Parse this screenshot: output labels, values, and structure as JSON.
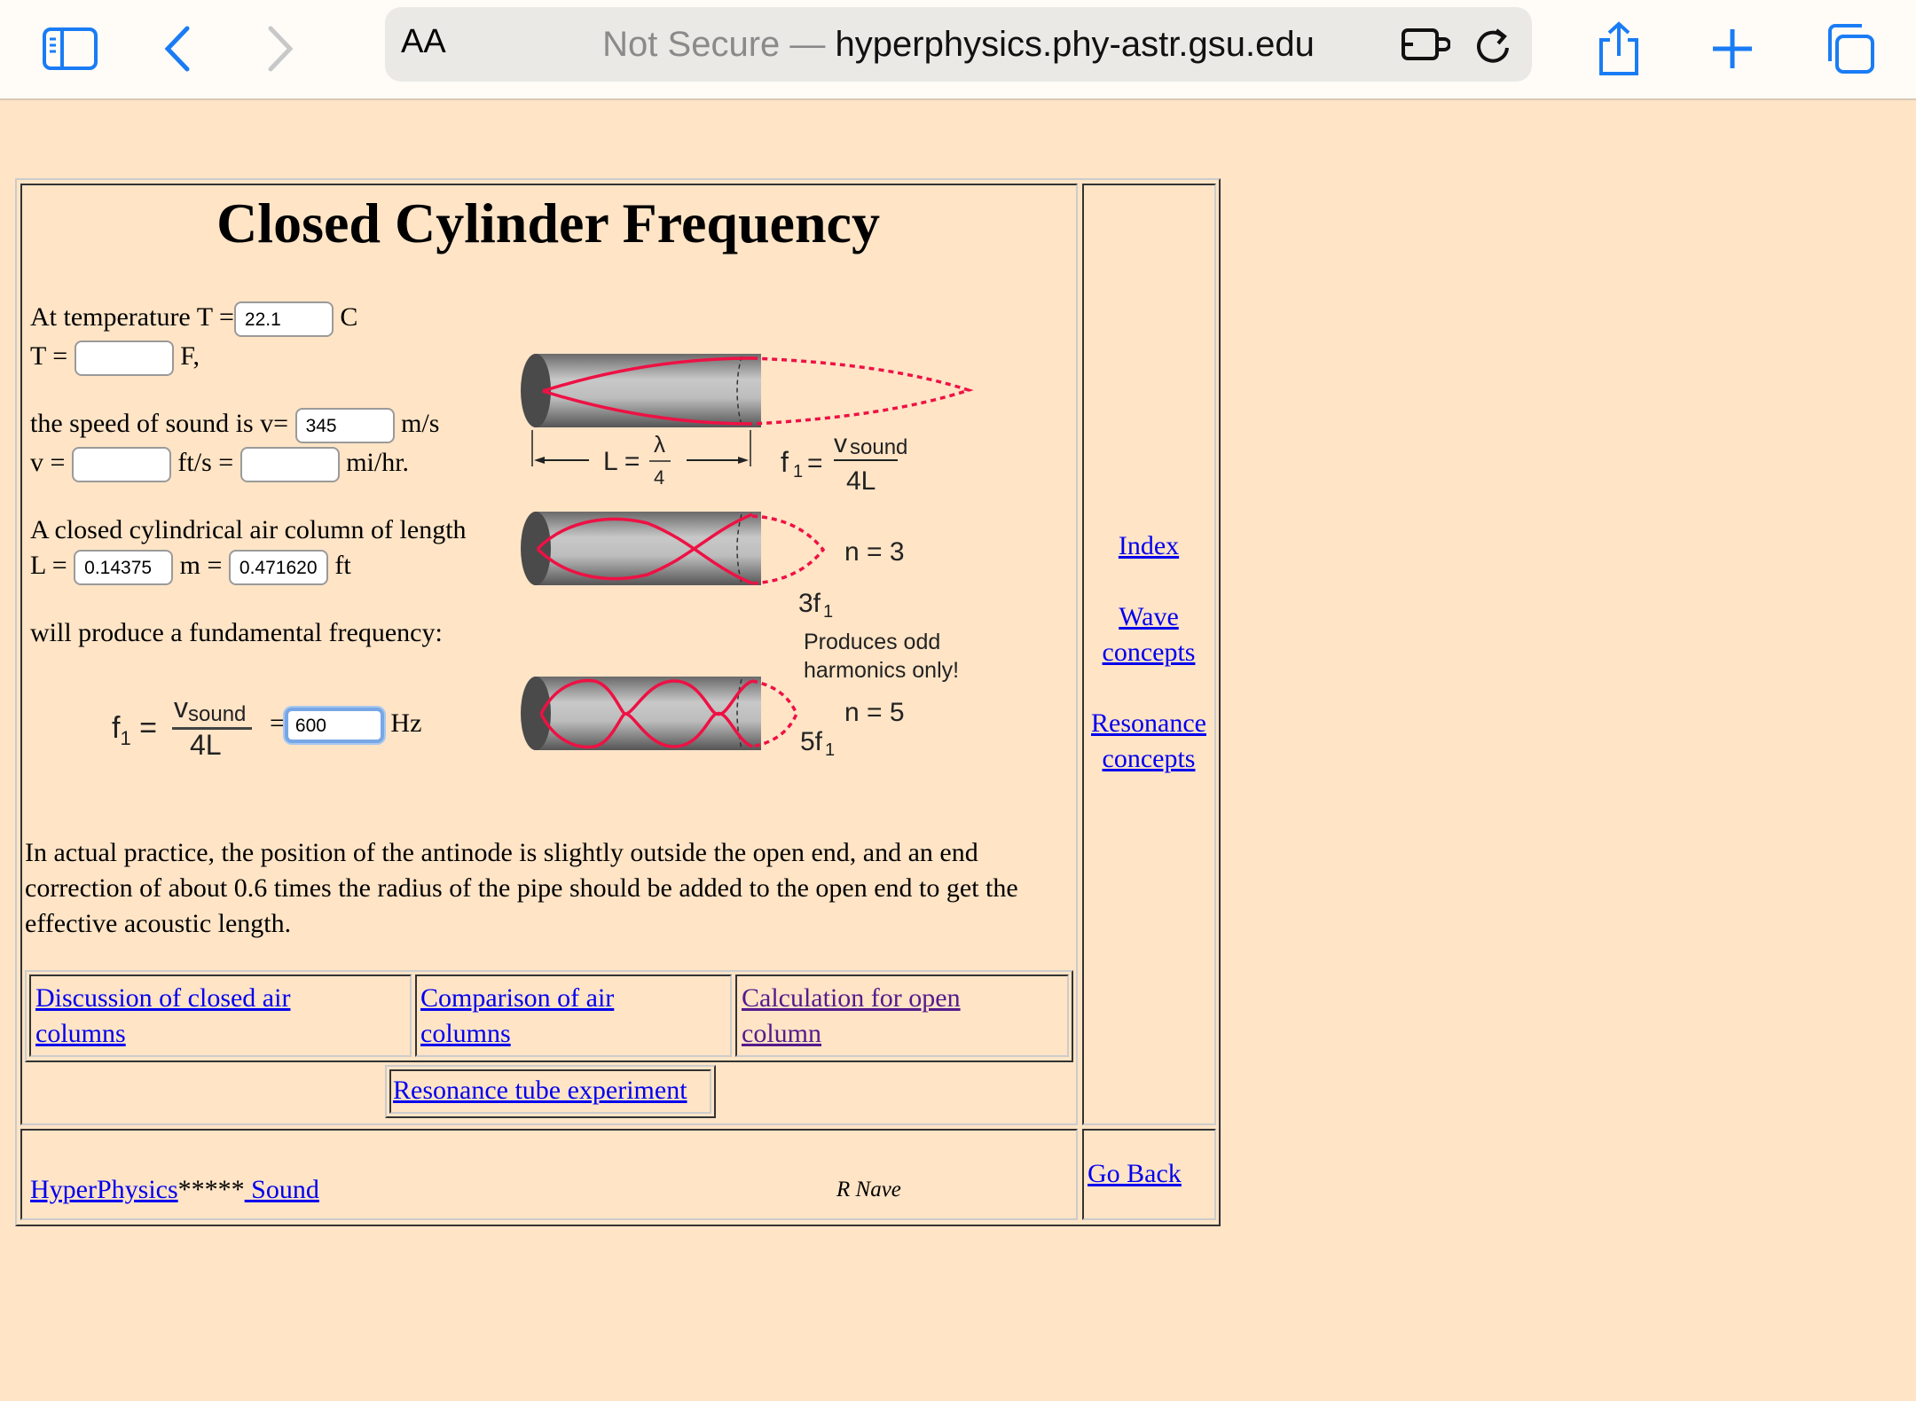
{
  "browser": {
    "text_size_label": "AA",
    "url_prefix": "Not Secure —",
    "url_domain": "hyperphysics.phy-astr.gsu.edu",
    "icons": [
      "sidebar-icon",
      "back-icon",
      "forward-icon",
      "extension-icon",
      "reload-icon",
      "share-icon",
      "new-tab-icon",
      "tabs-icon"
    ]
  },
  "page": {
    "title": "Closed Cylinder Frequency",
    "temp_label": "At temperature T =",
    "temp_c": "22.1",
    "temp_c_unit": "C",
    "temp_f_label": "T =",
    "temp_f": "",
    "temp_f_unit": "F,",
    "speed_label": "the speed of sound is v=",
    "speed_ms": "345",
    "speed_ms_unit": "m/s",
    "speed_fts_label": "v =",
    "speed_fts": "",
    "speed_fts_unit": "ft/s =",
    "speed_mph": "",
    "speed_mph_unit": "mi/hr.",
    "length_label": "A closed cylindrical air column of length",
    "length_m_label": "L =",
    "length_m": "0.14375",
    "length_m_unit": "m =",
    "length_ft": "0.471620",
    "length_ft_unit": "ft",
    "fundamental_label": "will produce a fundamental frequency:",
    "formula": {
      "lhs": "f",
      "sub": "1",
      "eq": "=",
      "num": "v",
      "num_sub": "sound",
      "den": "4L"
    },
    "freq_eq": "=",
    "frequency": "600",
    "frequency_unit": "Hz",
    "paragraph": "In actual practice, the position of the antinode is slightly outside the open end, and an end correction of about 0.6 times the radius of the pipe should be added to the open end to get the effective acoustic length."
  },
  "diagram": {
    "length_label": "L =",
    "lambda": "λ",
    "four": "4",
    "n3": "n = 3",
    "h3": "3f",
    "n5": "n = 5",
    "h5": "5f",
    "sub1": "1",
    "note_line1": "Produces odd",
    "note_line2": "harmonics only!",
    "wave_color": "#ee1144"
  },
  "links": {
    "discussion": "Discussion of closed air columns",
    "comparison": "Comparison of air columns",
    "calculation": "Calculation for open column",
    "resonance_tube": "Resonance tube experiment"
  },
  "sidebar": {
    "index": "Index",
    "wave": "Wave concepts",
    "resonance": "Resonance concepts"
  },
  "footer": {
    "hyperphysics": "HyperPhysics",
    "stars": "*****",
    "sound": " Sound",
    "author": "R Nave",
    "go_back": "Go Back"
  }
}
